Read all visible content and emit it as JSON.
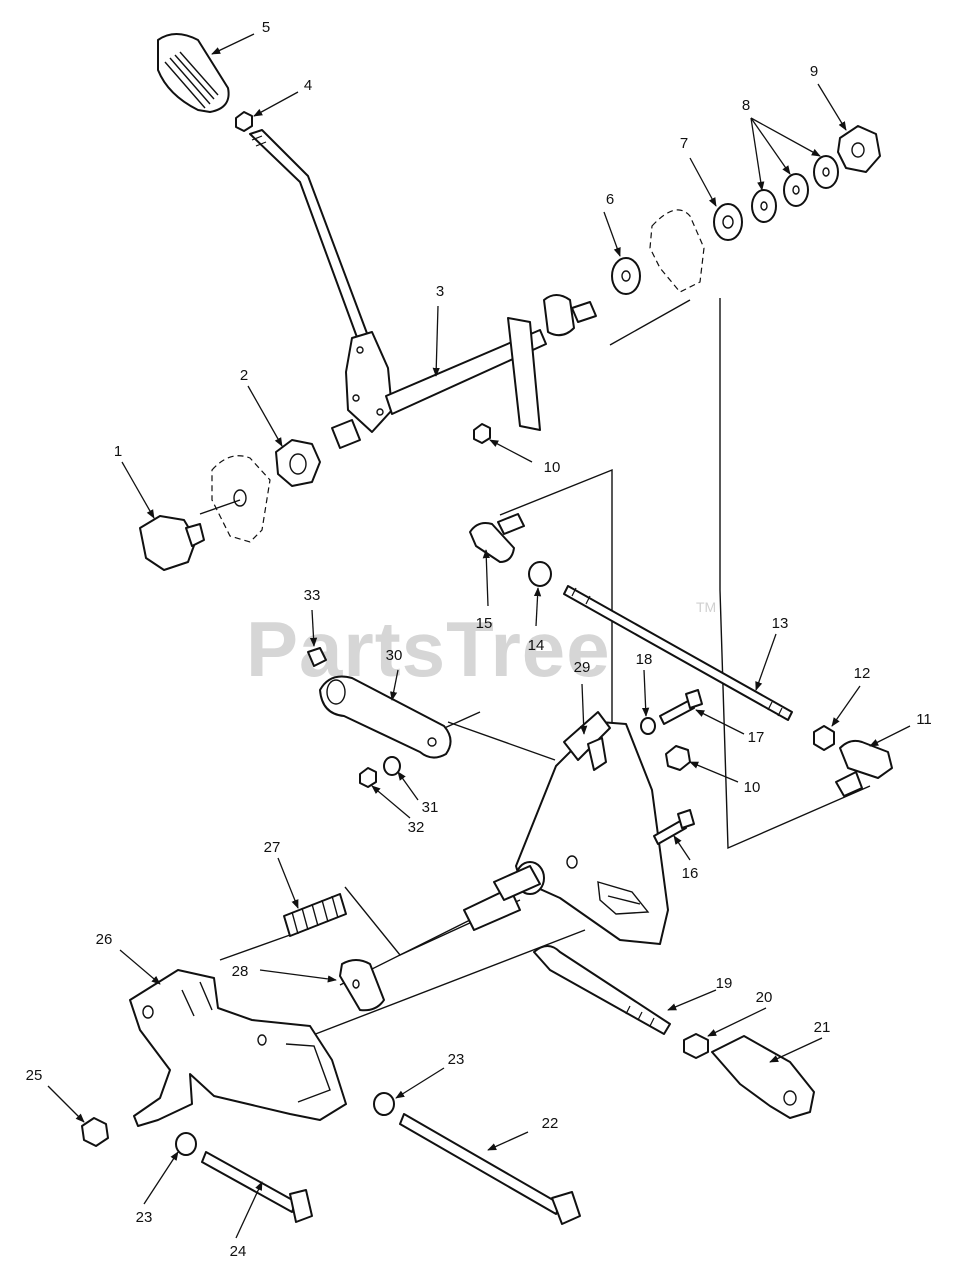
{
  "watermark": {
    "text": "PartsTree",
    "trademark": "TM"
  },
  "callouts": [
    "1",
    "2",
    "3",
    "4",
    "5",
    "6",
    "7",
    "8",
    "9",
    "10",
    "10",
    "10",
    "11",
    "12",
    "13",
    "14",
    "15",
    "16",
    "17",
    "18",
    "19",
    "20",
    "21",
    "22",
    "23",
    "23",
    "24",
    "25",
    "26",
    "27",
    "28",
    "29",
    "30",
    "31",
    "32",
    "33"
  ]
}
